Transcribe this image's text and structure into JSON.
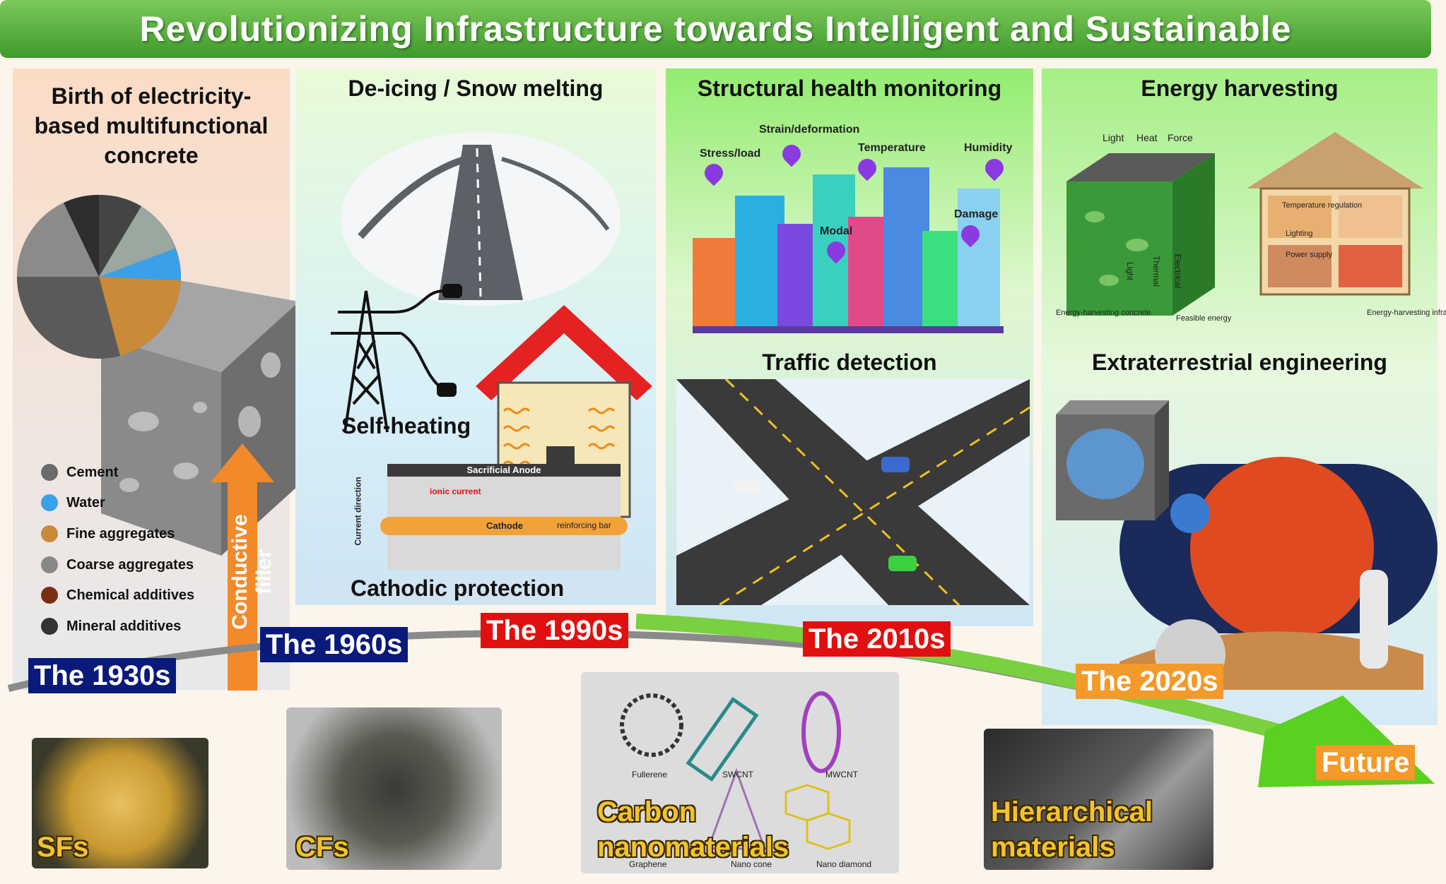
{
  "banner": {
    "title": "Revolutionizing Infrastructure towards Intelligent and Sustainable"
  },
  "panels": {
    "birth": {
      "title_line1": "Birth of electricity-",
      "title_line2": "based multifunctional",
      "title_line3": "concrete"
    },
    "deicing": {
      "title": "De-icing / Snow melting",
      "self_heating": "Self-heating",
      "cathodic": "Cathodic protection"
    },
    "shm": {
      "title": "Structural health monitoring",
      "traffic": "Traffic detection"
    },
    "energy": {
      "title": "Energy harvesting",
      "extraterrestrial": "Extraterrestrial engineering"
    }
  },
  "legend": [
    {
      "label": "Cement",
      "color": "#6b6b6b"
    },
    {
      "label": "Water",
      "color": "#3aa0e8"
    },
    {
      "label": "Fine aggregates",
      "color": "#c98a3a"
    },
    {
      "label": "Coarse aggregates",
      "color": "#888888"
    },
    {
      "label": "Chemical additives",
      "color": "#7a3010"
    },
    {
      "label": "Mineral additives",
      "color": "#333333"
    }
  ],
  "arrow": {
    "label": "Conductive filler"
  },
  "eras": {
    "e1930": "The 1930s",
    "e1960": "The 1960s",
    "e1990": "The 1990s",
    "e2010": "The 2010s",
    "e2020": "The 2020s",
    "future": "Future"
  },
  "shm_labels": {
    "strain": "Strain/deformation",
    "stress": "Stress/load",
    "temperature": "Temperature",
    "humidity": "Humidity",
    "modal": "Modal",
    "damage": "Damage"
  },
  "cathodic_labels": {
    "anode": "Sacrificial Anode",
    "ionic": "ionic current",
    "cathode": "Cathode",
    "rebar": "reinforcing bar",
    "current": "Current direction"
  },
  "energy_labels": {
    "light": "Light",
    "heat": "Heat",
    "force": "Force",
    "temp_reg": "Temperature regulation",
    "lighting": "Lighting",
    "power": "Power supply",
    "eh_concrete": "Energy-harvesting concrete",
    "feasible": "Feasible energy",
    "eh_infra": "Energy-harvesting infrastructure",
    "c_light": "Light",
    "c_thermal": "Thermal",
    "c_electrical": "Electrical"
  },
  "materials": {
    "sfs": "SFs",
    "cfs": "CFs",
    "carbon_line1": "Carbon",
    "carbon_line2": "nanomaterials",
    "hier_line1": "Hierarchical",
    "hier_line2": "materials",
    "nano": {
      "fullerene": "Fullerene",
      "swcnt": "SWCNT",
      "mwcnt": "MWCNT",
      "graphene": "Graphene",
      "nanocone": "Nano cone",
      "nanodiamond": "Nano diamond"
    }
  }
}
